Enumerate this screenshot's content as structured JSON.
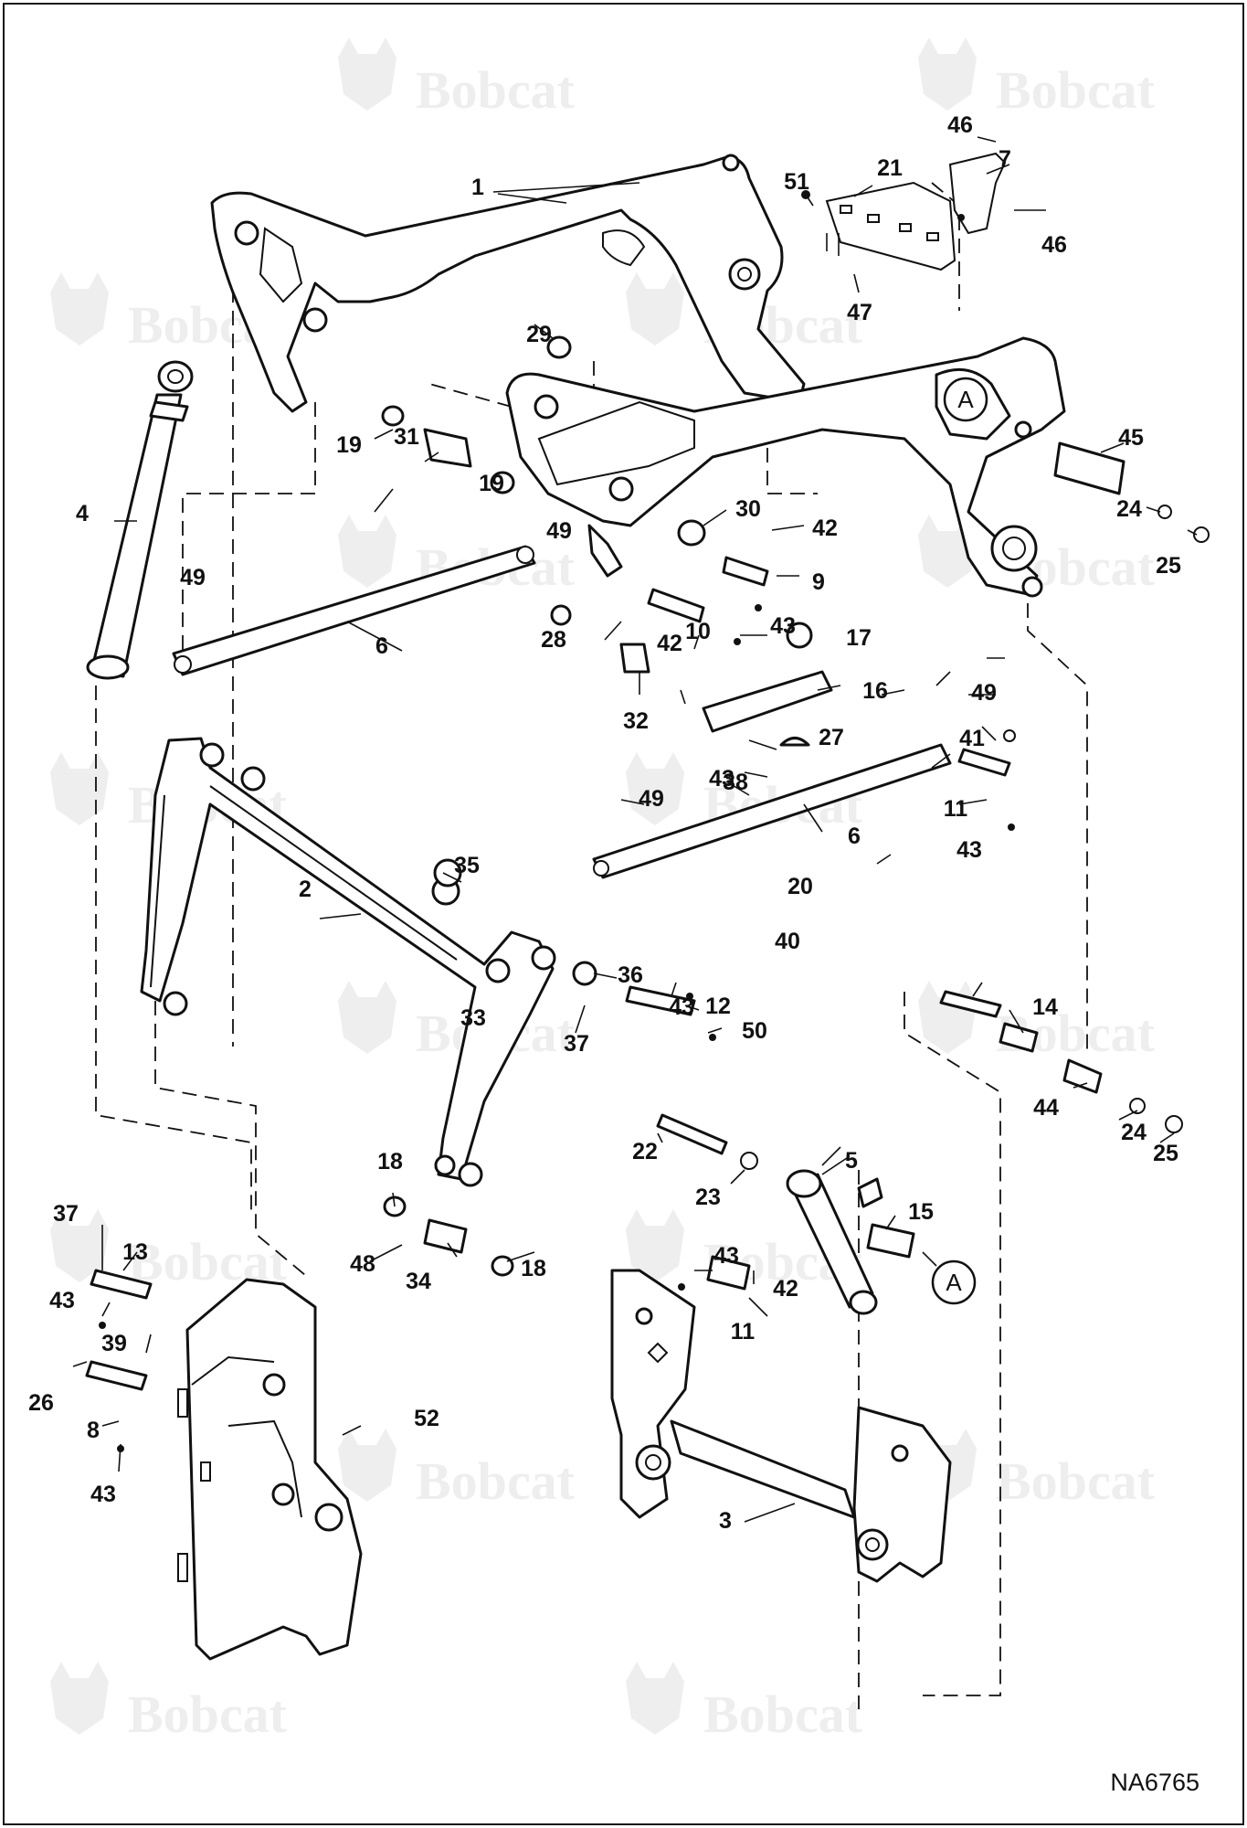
{
  "diagram": {
    "drawing_id": "NA6765",
    "watermark": "Bobcat",
    "reference_marker": "A",
    "callouts": [
      "1",
      "2",
      "3",
      "4",
      "5",
      "6",
      "6",
      "7",
      "8",
      "9",
      "10",
      "11",
      "11",
      "12",
      "13",
      "14",
      "15",
      "16",
      "17",
      "18",
      "18",
      "19",
      "19",
      "20",
      "21",
      "22",
      "23",
      "24",
      "24",
      "25",
      "25",
      "26",
      "27",
      "28",
      "29",
      "30",
      "31",
      "32",
      "33",
      "34",
      "35",
      "36",
      "37",
      "37",
      "38",
      "39",
      "40",
      "41",
      "42",
      "42",
      "42",
      "43",
      "43",
      "43",
      "43",
      "43",
      "43",
      "43",
      "44",
      "45",
      "46",
      "46",
      "47",
      "48",
      "49",
      "49",
      "49",
      "49",
      "50",
      "51",
      "52"
    ]
  }
}
